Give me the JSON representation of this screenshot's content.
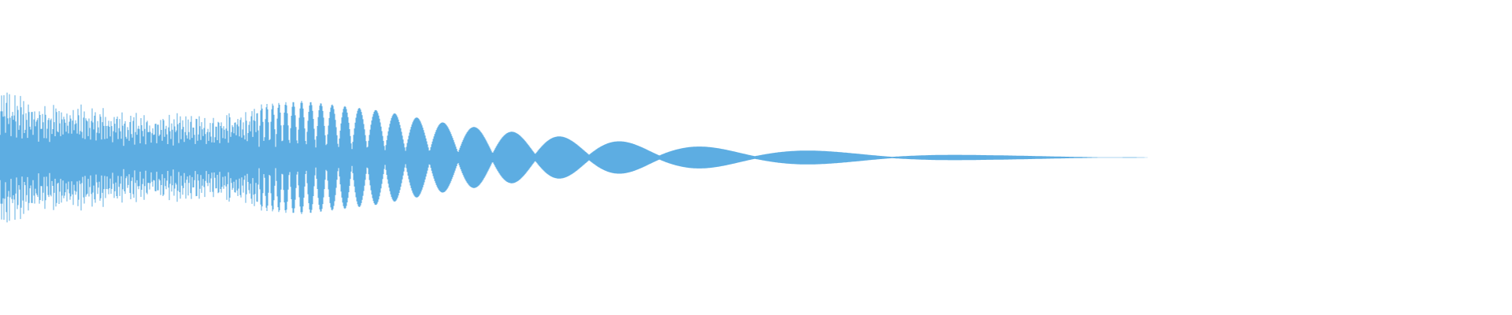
{
  "waveform": {
    "color": "#5DADE2",
    "background": "#ffffff",
    "description_kind": "audio-waveform",
    "envelope_profile": [
      {
        "t": 0.0,
        "amp": 0.95
      },
      {
        "t": 0.02,
        "amp": 0.75
      },
      {
        "t": 0.05,
        "amp": 0.7
      },
      {
        "t": 0.08,
        "amp": 0.62
      },
      {
        "t": 0.1,
        "amp": 0.58
      },
      {
        "t": 0.14,
        "amp": 0.55
      },
      {
        "t": 0.17,
        "amp": 0.67
      },
      {
        "t": 0.2,
        "amp": 0.72
      },
      {
        "t": 0.25,
        "amp": 0.6
      },
      {
        "t": 0.3,
        "amp": 0.42
      },
      {
        "t": 0.35,
        "amp": 0.3
      },
      {
        "t": 0.4,
        "amp": 0.22
      },
      {
        "t": 0.45,
        "amp": 0.15
      },
      {
        "t": 0.5,
        "amp": 0.11
      },
      {
        "t": 0.55,
        "amp": 0.08
      },
      {
        "t": 0.6,
        "amp": 0.05
      },
      {
        "t": 0.65,
        "amp": 0.03
      },
      {
        "t": 0.7,
        "amp": 0.02
      },
      {
        "t": 0.75,
        "amp": 0.01
      },
      {
        "t": 0.76,
        "amp": 0.0
      },
      {
        "t": 1.0,
        "amp": 0.0
      }
    ]
  }
}
